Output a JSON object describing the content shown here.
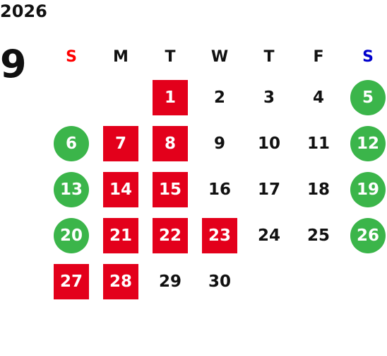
{
  "year": "2026",
  "month": "9",
  "colors": {
    "holiday_red": "#e3001b",
    "weekend_green": "#3bb54a",
    "sunday_label": "#ff0000",
    "saturday_label": "#0000cc"
  },
  "weekdays": [
    "S",
    "M",
    "T",
    "W",
    "T",
    "F",
    "S"
  ],
  "weeks": [
    [
      {
        "day": "",
        "style": "empty"
      },
      {
        "day": "",
        "style": "empty"
      },
      {
        "day": "1",
        "style": "red"
      },
      {
        "day": "2",
        "style": "plain"
      },
      {
        "day": "3",
        "style": "plain"
      },
      {
        "day": "4",
        "style": "plain"
      },
      {
        "day": "5",
        "style": "green"
      }
    ],
    [
      {
        "day": "6",
        "style": "green"
      },
      {
        "day": "7",
        "style": "red"
      },
      {
        "day": "8",
        "style": "red"
      },
      {
        "day": "9",
        "style": "plain"
      },
      {
        "day": "10",
        "style": "plain"
      },
      {
        "day": "11",
        "style": "plain"
      },
      {
        "day": "12",
        "style": "green"
      }
    ],
    [
      {
        "day": "13",
        "style": "green"
      },
      {
        "day": "14",
        "style": "red"
      },
      {
        "day": "15",
        "style": "red"
      },
      {
        "day": "16",
        "style": "plain"
      },
      {
        "day": "17",
        "style": "plain"
      },
      {
        "day": "18",
        "style": "plain"
      },
      {
        "day": "19",
        "style": "green"
      }
    ],
    [
      {
        "day": "20",
        "style": "green"
      },
      {
        "day": "21",
        "style": "red"
      },
      {
        "day": "22",
        "style": "red"
      },
      {
        "day": "23",
        "style": "red"
      },
      {
        "day": "24",
        "style": "plain"
      },
      {
        "day": "25",
        "style": "plain"
      },
      {
        "day": "26",
        "style": "green"
      }
    ],
    [
      {
        "day": "27",
        "style": "red"
      },
      {
        "day": "28",
        "style": "red"
      },
      {
        "day": "29",
        "style": "plain"
      },
      {
        "day": "30",
        "style": "plain"
      },
      {
        "day": "",
        "style": "empty"
      },
      {
        "day": "",
        "style": "empty"
      },
      {
        "day": "",
        "style": "empty"
      }
    ]
  ]
}
